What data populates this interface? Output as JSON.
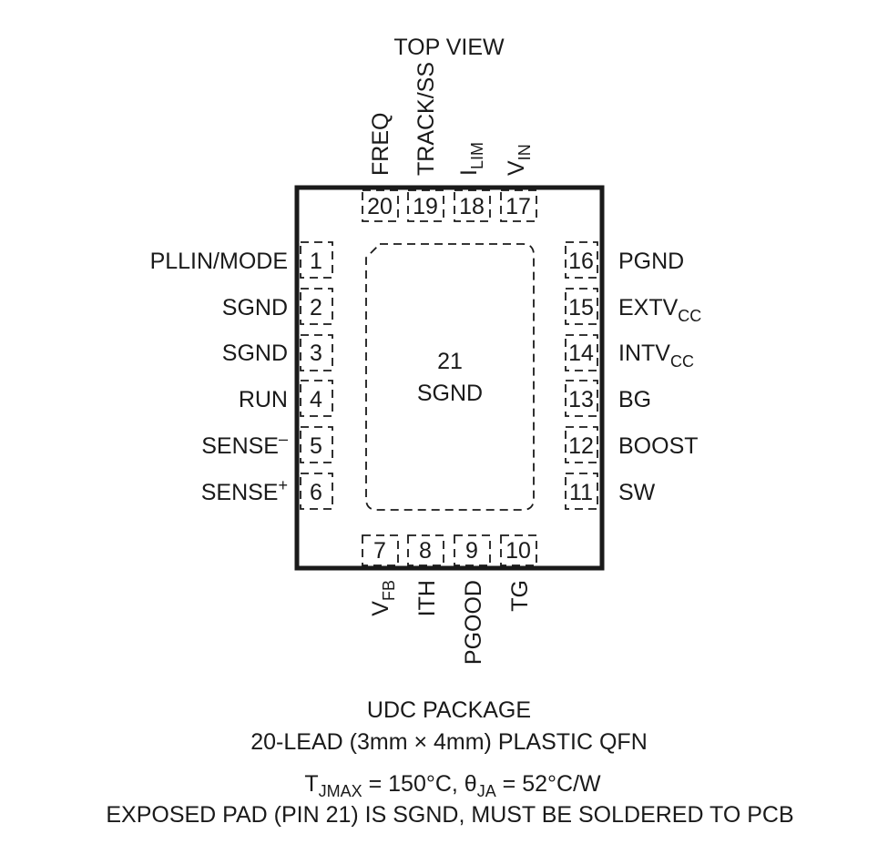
{
  "header": {
    "view": "TOP VIEW"
  },
  "exposed_pad": {
    "number": "21",
    "name": "SGND"
  },
  "pins": {
    "p1": {
      "num": "1",
      "name": "PLLIN/MODE"
    },
    "p2": {
      "num": "2",
      "name": "SGND"
    },
    "p3": {
      "num": "3",
      "name": "SGND"
    },
    "p4": {
      "num": "4",
      "name": "RUN"
    },
    "p5": {
      "num": "5",
      "name": "SENSE",
      "sup": "–"
    },
    "p6": {
      "num": "6",
      "name": "SENSE",
      "sup": "+"
    },
    "p7": {
      "num": "7",
      "name": "V",
      "sub": "FB"
    },
    "p8": {
      "num": "8",
      "name": "ITH"
    },
    "p9": {
      "num": "9",
      "name": "PGOOD"
    },
    "p10": {
      "num": "10",
      "name": "TG"
    },
    "p11": {
      "num": "11",
      "name": "SW"
    },
    "p12": {
      "num": "12",
      "name": "BOOST"
    },
    "p13": {
      "num": "13",
      "name": "BG"
    },
    "p14": {
      "num": "14",
      "name": "INTV",
      "sub": "CC"
    },
    "p15": {
      "num": "15",
      "name": "EXTV",
      "sub": "CC"
    },
    "p16": {
      "num": "16",
      "name": "PGND"
    },
    "p17": {
      "num": "17",
      "name": "V",
      "sub": "IN"
    },
    "p18": {
      "num": "18",
      "name": "I",
      "sub": "LIM"
    },
    "p19": {
      "num": "19",
      "name": "TRACK/SS"
    },
    "p20": {
      "num": "20",
      "name": "FREQ"
    }
  },
  "caption": {
    "package": "UDC PACKAGE",
    "lead": "20-LEAD (3mm × 4mm) PLASTIC QFN",
    "tjmax_pre": "T",
    "tjmax_sub": "JMAX",
    "tjmax_post": " = 150°C, θ",
    "theta_sub": "JA",
    "theta_post": " = 52°C/W",
    "note": "EXPOSED PAD (PIN 21) IS SGND, MUST BE SOLDERED TO PCB"
  }
}
